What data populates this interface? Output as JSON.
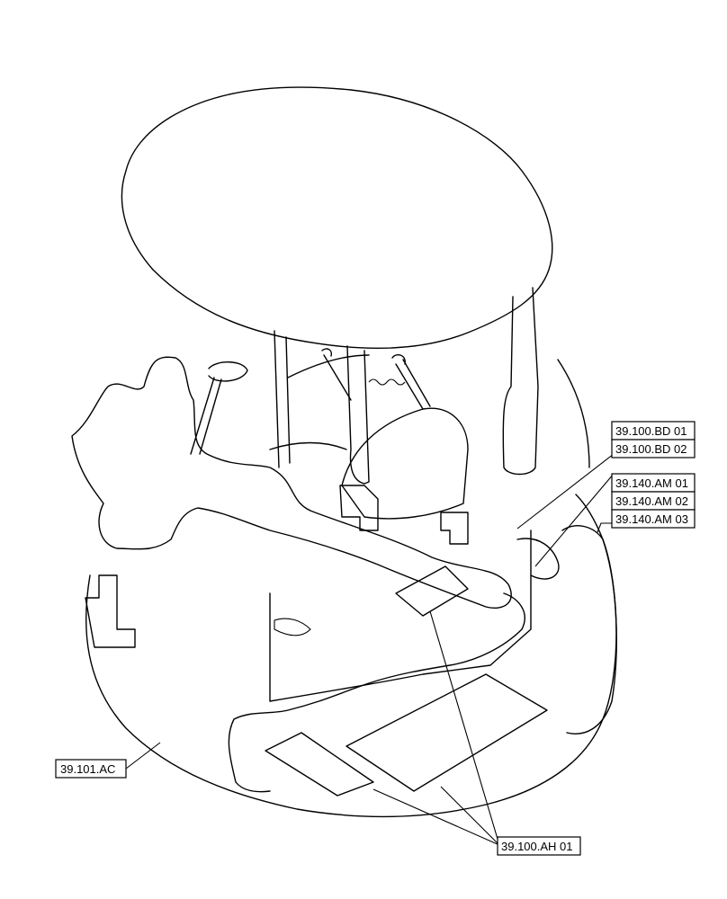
{
  "callouts": {
    "bd01": "39.100.BD 01",
    "bd02": "39.100.BD 02",
    "am01": "39.140.AM 01",
    "am02": "39.140.AM 02",
    "am03": "39.140.AM 03",
    "ac": "39.101.AC",
    "ah01": "39.100.AH 01"
  },
  "colors": {
    "line": "#000000",
    "background": "#ffffff"
  }
}
